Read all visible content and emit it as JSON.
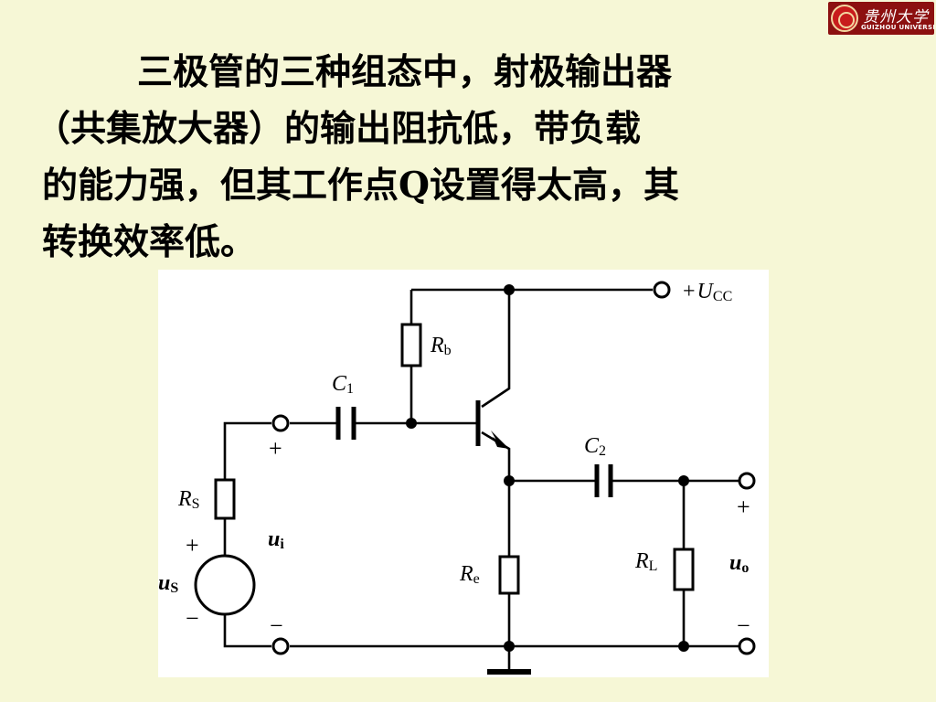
{
  "logo": {
    "chinese": "贵州大学",
    "english": "GUIZHOU UNIVERSITY"
  },
  "paragraph": {
    "lines": [
      "三极管的三种组态中，射极输出器",
      "（共集放大器）的输出阻抗低，带负载",
      "的能力强，但其工作点Q设置得太高，其",
      "转换效率低。"
    ]
  },
  "circuit": {
    "supply": {
      "sign": "+",
      "main": "U",
      "sub": "CC"
    },
    "rb": {
      "main": "R",
      "sub": "b"
    },
    "c1": {
      "main": "C",
      "sub": "1"
    },
    "c2": {
      "main": "C",
      "sub": "2"
    },
    "rs": {
      "main": "R",
      "sub": "S"
    },
    "re": {
      "main": "R",
      "sub": "e"
    },
    "rl": {
      "main": "R",
      "sub": "L"
    },
    "ui": {
      "main": "u",
      "sub": "i"
    },
    "uo": {
      "main": "u",
      "sub": "o"
    },
    "us": {
      "main": "u",
      "sub": "S"
    },
    "input_plus": "+",
    "input_minus": "−",
    "source_plus": "+",
    "source_minus": "−",
    "output_plus": "+",
    "output_minus": "−"
  }
}
